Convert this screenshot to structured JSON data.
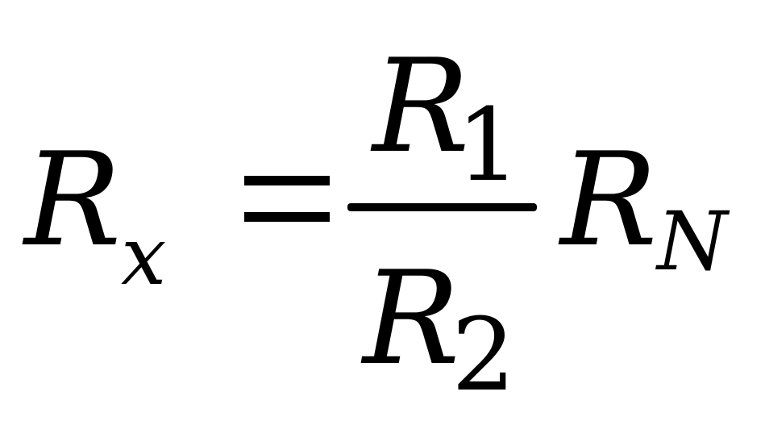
{
  "equation": {
    "lhs": {
      "symbol": "R",
      "subscript": "x"
    },
    "equals_sign": "=",
    "numerator": {
      "symbol": "R",
      "subscript": "1"
    },
    "denominator": {
      "symbol": "R",
      "subscript": "2"
    },
    "factor": {
      "symbol": "R",
      "subscript": "N"
    },
    "color": "#000000",
    "background": "#ffffff"
  }
}
